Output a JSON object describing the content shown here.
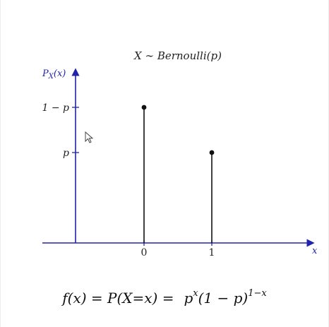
{
  "chart_data": {
    "type": "stem",
    "title": "X ∼ Bernoulli(p)",
    "ylabel": "P_X(x)",
    "xlabel": "x",
    "x_ticks": [
      "0",
      "1"
    ],
    "y_ticks": [
      "1 − p",
      "p"
    ],
    "points": [
      {
        "x": 0,
        "y_label": "1 − p",
        "y": 0.6
      },
      {
        "x": 1,
        "y_label": "p",
        "y": 0.4
      }
    ],
    "axis_color": "#2222aa",
    "stem_color": "#111111"
  },
  "formula": {
    "lhs": "f(x) = P(X=x) =",
    "base": "p",
    "exp1": "x",
    "mid": "(1 − p)",
    "exp2": "1−x"
  },
  "cursor": {
    "icon": "mouse-pointer-icon"
  }
}
